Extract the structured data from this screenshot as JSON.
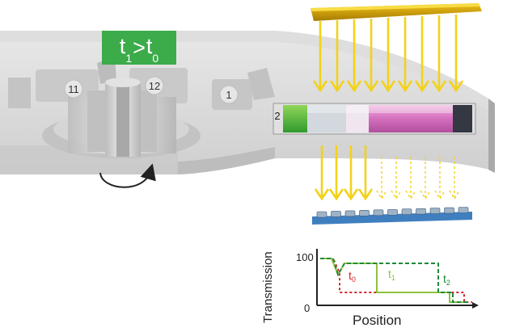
{
  "badge": {
    "t1_base": "t",
    "t1_sub": "1",
    "op": ">",
    "t0_base": "t",
    "t0_sub": "0"
  },
  "chambers": [
    "11",
    "12",
    "1",
    "2"
  ],
  "graph": {
    "y_axis_label": "Transmission",
    "x_axis_label": "Position",
    "y_tick_top": "100",
    "y_tick_bottom": "0",
    "curve_labels": {
      "t0": "t",
      "t0_sub": "0",
      "t1": "t",
      "t1_sub": "1",
      "t2": "t",
      "t2_sub": "2"
    }
  },
  "colors": {
    "accent_green": "#3cab4a",
    "light_arrow": "#f2d21a",
    "light_bar": "#d9a400",
    "detector_blue": "#3f7fbf",
    "t0_red": "#d8232a",
    "t1_lime": "#8fc13e",
    "t2_green": "#1f8a3a",
    "cuvette_pink": "#d87ac0"
  }
}
